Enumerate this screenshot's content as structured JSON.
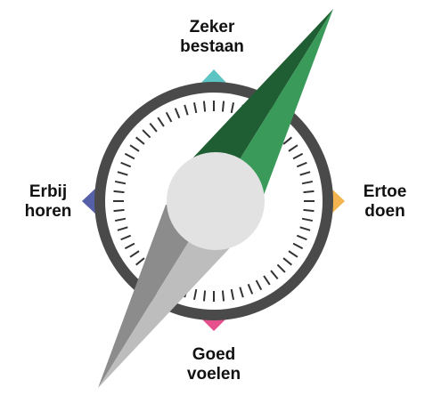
{
  "compass": {
    "directions": {
      "north": {
        "line1": "Zeker",
        "line2": "bestaan",
        "color": "#5cc4c2"
      },
      "west": {
        "line1": "Erbij",
        "line2": "horen",
        "color": "#5560a8"
      },
      "east": {
        "line1": "Ertoe",
        "line2": "doen",
        "color": "#f4b550"
      },
      "south": {
        "line1": "Goed",
        "line2": "voelen",
        "color": "#e5508d"
      }
    },
    "colors": {
      "ring": "#4a4a4a",
      "face": "#ffffff",
      "ticks": "#333333",
      "needle_dark_green": "#1f5e33",
      "needle_light_green": "#3a9a5a",
      "needle_dark_gray": "#8c8c8c",
      "needle_light_gray": "#bdbdbd",
      "hub": "#e2e2e2"
    }
  }
}
